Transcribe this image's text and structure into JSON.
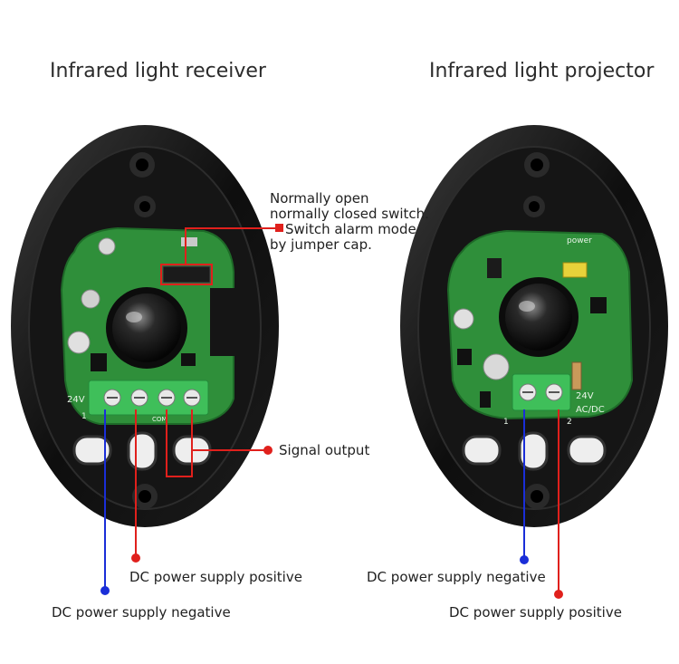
{
  "receiver": {
    "title": "Infrared light receiver",
    "board_text": {
      "v24": "24V",
      "com": "COM",
      "pin1": "1"
    },
    "annotations": {
      "jumper_line1": "Normally open",
      "jumper_line2": "normally closed switch.",
      "jumper_line3": "Switch alarm mode",
      "jumper_line4": "by jumper cap.",
      "signal": "Signal output",
      "positive": "DC power supply positive",
      "negative": "DC power supply negative"
    }
  },
  "projector": {
    "title": "Infrared light projector",
    "board_text": {
      "power": "power",
      "v24": "24V",
      "acdc": "AC/DC",
      "pin1": "1",
      "pin2": "2"
    },
    "annotations": {
      "negative": "DC power supply negative",
      "positive": "DC power supply positive"
    }
  },
  "colors": {
    "housing": "#111111",
    "pcb": "#2f8f3a",
    "terminal": "#3fbf5a",
    "positive_line": "#e0201c",
    "negative_line": "#1a2ed8"
  }
}
